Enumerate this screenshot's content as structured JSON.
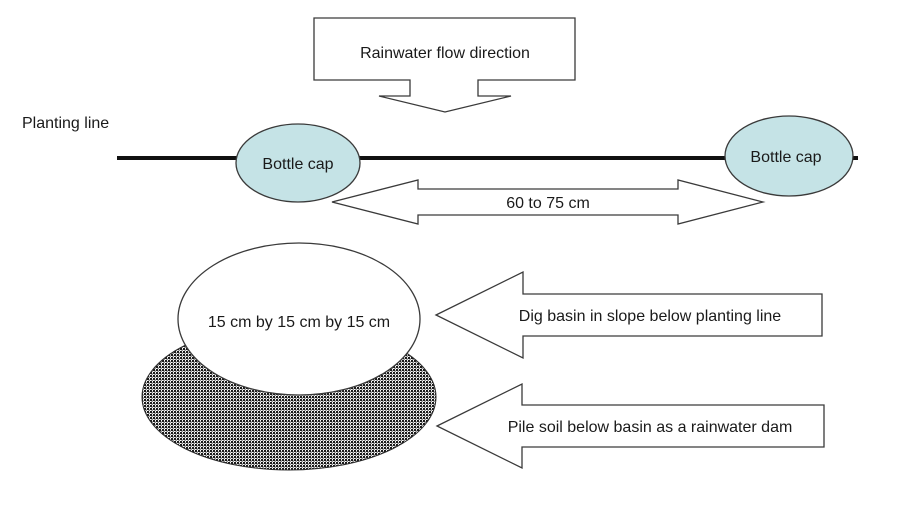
{
  "diagram": {
    "flow_label": "Rainwater flow direction",
    "planting_line_label": "Planting line",
    "bottle_cap_left": "Bottle cap",
    "bottle_cap_right": "Bottle cap",
    "spacing_label": "60 to 75 cm",
    "basin_label": "15 cm by 15 cm by 15 cm",
    "dig_label": "Dig basin in slope below planting line",
    "pile_label": "Pile soil below basin as a rainwater dam",
    "colors": {
      "bottle_cap_fill": "#c5e3e6",
      "outline": "#3a3a3a",
      "soil_dots": "#1a1a1a",
      "background": "#ffffff"
    }
  }
}
